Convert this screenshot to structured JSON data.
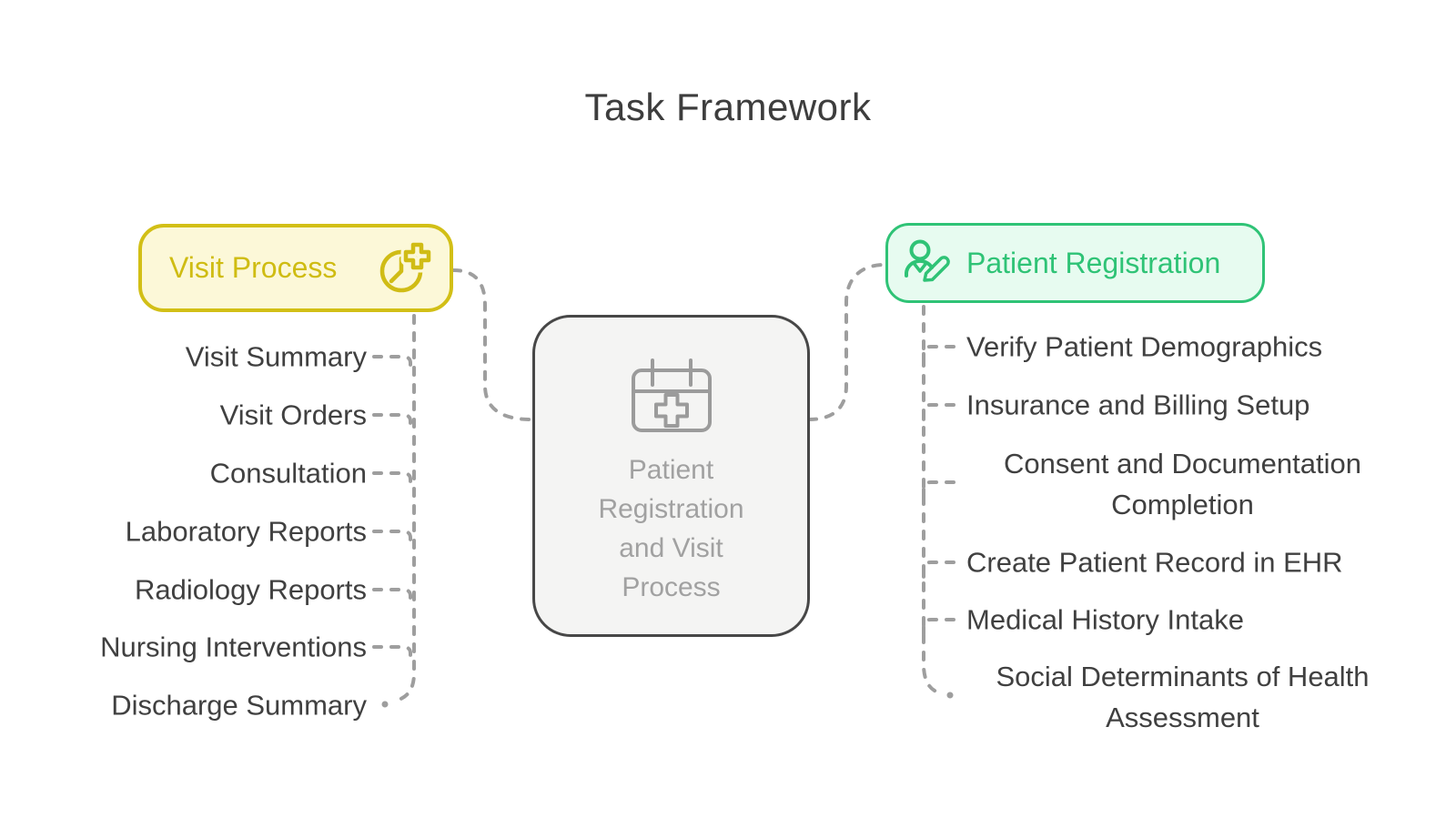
{
  "title": "Task Framework",
  "center_node": {
    "label": "Patient Registration and Visit Process",
    "icon": "calendar-plus-icon",
    "fill_color": "#f4f4f3",
    "border_color": "#474747",
    "text_color": "#a1a1a1"
  },
  "left_branch": {
    "label": "Visit Process",
    "icon": "clock-plus-icon",
    "border_color": "#d2bf16",
    "fill_color": "#fcf8d8",
    "items": [
      "Visit Summary",
      "Visit Orders",
      "Consultation",
      "Laboratory Reports",
      "Radiology Reports",
      "Nursing Interventions",
      "Discharge Summary"
    ]
  },
  "right_branch": {
    "label": "Patient Registration",
    "icon": "person-edit-icon",
    "border_color": "#2fc376",
    "fill_color": "#e7fbf0",
    "items": [
      "Verify Patient Demographics",
      "Insurance and Billing Setup",
      "Consent and Documentation Completion",
      "Create Patient Record in EHR",
      "Medical History Intake",
      "Social Determinants of Health Assessment"
    ]
  },
  "connectors": {
    "color": "#9e9e9e",
    "style": "dashed"
  },
  "item_text_color": "#404040",
  "title_color": "#3d3d3d"
}
